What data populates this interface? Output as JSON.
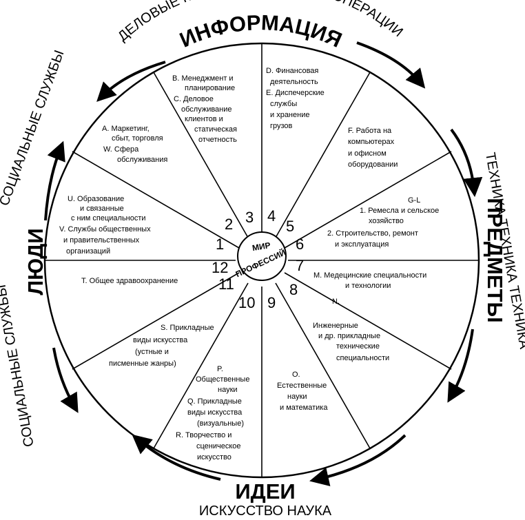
{
  "ring": {
    "top_outer": "ДЕЛОВЫЕ КОНТАКТЫ ДЕЛОВЫЕ ОПЕРАЦИИ",
    "top_big": "ИНФОРМАЦИЯ",
    "right_outer": "ТЕХНИКА ТЕХНИКА ТЕХНИКА",
    "right_big": "ПРЕДМЕТЫ",
    "bottom_big": "ИДЕИ",
    "bottom_outer": "ИСКУССТВО НАУКА",
    "left_big": "ЛЮДИ",
    "left_outer_top": "СОЦИАЛЬНЫЕ СЛУЖБЫ",
    "left_outer_bottom": "СОЦИАЛЬНЫЕ СЛУЖБЫ"
  },
  "center": {
    "word1": "МИР",
    "word2": "ПРОФЕССИЙ"
  },
  "numbers": [
    "1",
    "2",
    "3",
    "4",
    "5",
    "6",
    "7",
    "8",
    "9",
    "10",
    "11",
    "12"
  ],
  "sectors": {
    "s2": [
      "A. Маркетинг,",
      "сбыт, торговля",
      "W. Сфера",
      "обслуживания"
    ],
    "s3": [
      "B. Менеджмент и",
      "планирование",
      "C. Деловое",
      "обслуживание",
      "клиентов и",
      "статическая",
      "отчетность"
    ],
    "s4": [
      "D. Финансовая",
      "деятельность",
      "E. Диспечерские",
      "службы",
      "и хранение",
      "грузов"
    ],
    "s5": [
      "F. Работа на",
      "компьютерах",
      "и офисном",
      "оборудовании"
    ],
    "s6": [
      "G-L",
      "1. Ремесла и сельское",
      "хозяйство",
      "2. Строительство, ремонт",
      "и эксплуатация"
    ],
    "s7": [
      "M. Медецинские специальности",
      "и технологии"
    ],
    "s8": [
      "N.",
      "Инженерные",
      "и др. прикладные",
      "технические",
      "специальности"
    ],
    "s9": [
      "O.",
      "Естественные",
      "науки",
      "и математика"
    ],
    "s10": [
      "P.",
      "Общественные",
      "науки",
      "Q. Прикладные",
      "виды искусства",
      "(визуальные)",
      "R. Творчество и",
      "сценическое",
      "искусство"
    ],
    "s11": [
      "S. Прикладные",
      "виды искусства",
      "(устные и",
      "писменные жанры)"
    ],
    "s12": [
      "T. Общее здравоохранение"
    ],
    "s1": [
      "U. Образование",
      "и связанные",
      "с ним специальности",
      "V. Службы общественных",
      "и правительственных",
      "организаций"
    ]
  }
}
